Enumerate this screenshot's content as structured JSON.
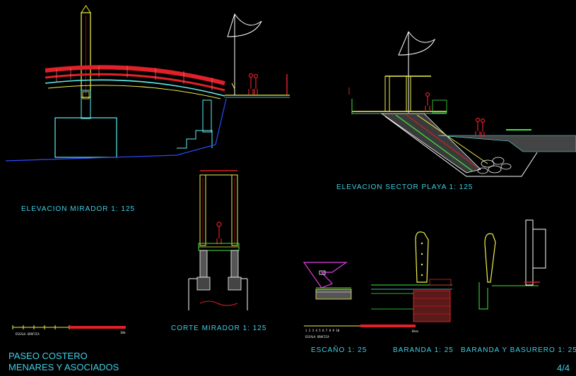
{
  "labels": {
    "elevacion_mirador": "ELEVACION MIRADOR  1: 125",
    "elevacion_playa": "ELEVACION SECTOR PLAYA  1: 125",
    "corte_mirador": "CORTE MIRADOR  1: 125",
    "escano": "ESCAÑO  1: 25",
    "baranda": "BARANDA  1: 25",
    "baranda_basurero": "BARANDA Y BASURERO  1: 25"
  },
  "title_block": {
    "line1": "PASEO COSTERO",
    "line2": "MENARES Y ASOCIADOS",
    "sheet": "4/4"
  },
  "scale_bars": {
    "left_caption": "ESCALA GRAFICA",
    "left_end": "10m",
    "right_caption": "ESCALA GRAFICA",
    "right_end": "10cm",
    "right_numbers": "1 2 3 4 5 6 7 8 9 10"
  },
  "colors": {
    "background": "#000000",
    "label": "#3fd0e6",
    "railing": "#e0202a",
    "structure_yellow": "#f2f24a",
    "structure_cyan": "#5ff0f0",
    "structure_green": "#3fe83f",
    "ground_blue": "#2a4cff"
  }
}
